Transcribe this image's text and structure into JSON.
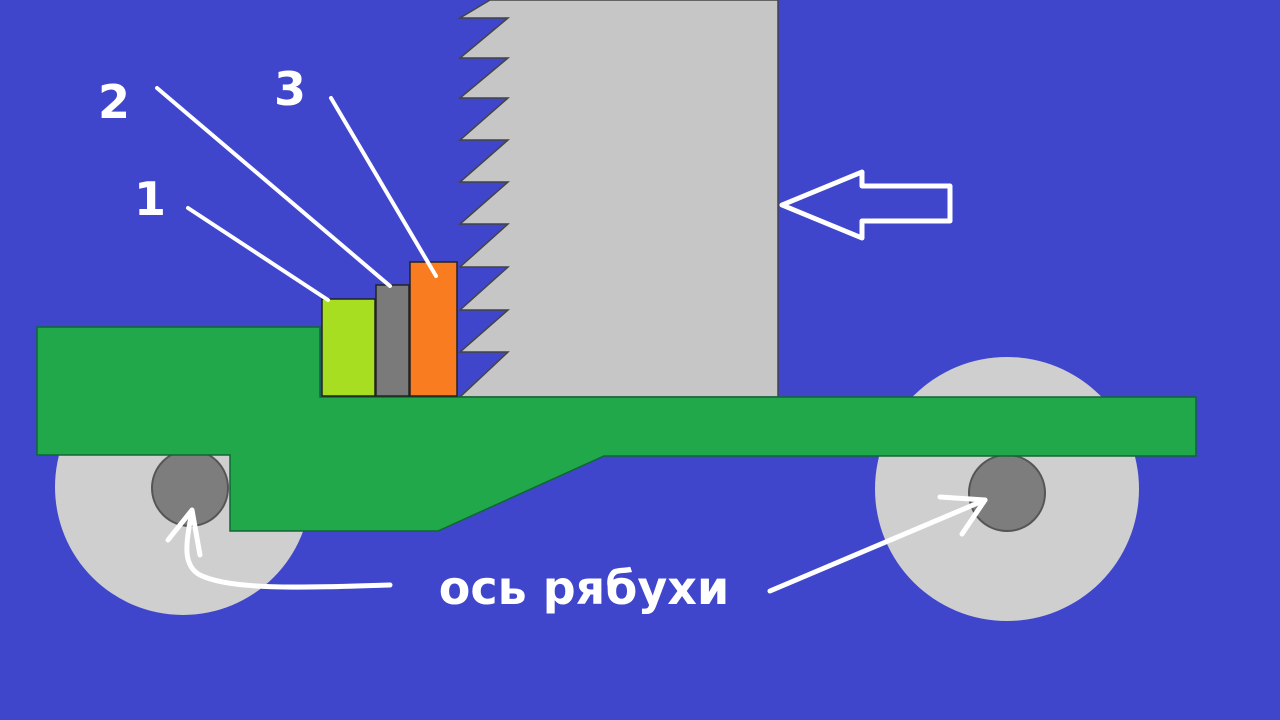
{
  "labels": {
    "part_1": "1",
    "part_2": "2",
    "part_3": "3",
    "axle_caption": "ось рябухи"
  },
  "colors": {
    "background": "#3f46cc",
    "frame": "#21a84a",
    "wheel": "#cfcfcf",
    "hub": "#7d7d7d",
    "saw_blade": "#c6c6c6",
    "block_1": "#a8de22",
    "block_2": "#7a7a7a",
    "block_3": "#f97c20",
    "annotation": "#ffffff"
  },
  "icons": {
    "force_arrow": "arrow-left-outline-icon"
  }
}
